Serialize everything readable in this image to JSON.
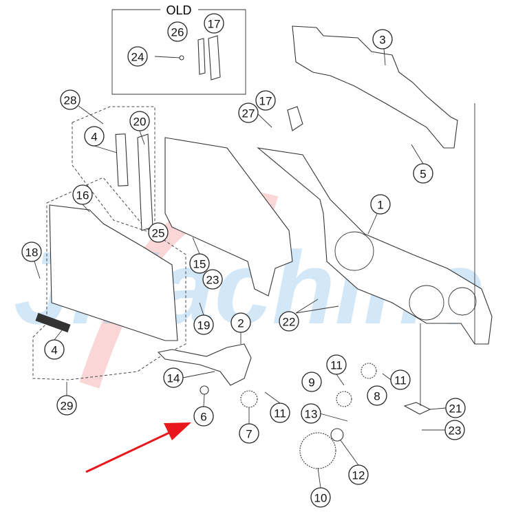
{
  "diagram": {
    "old_box_label": "OLD",
    "watermark": "JMachine",
    "callouts": [
      "26",
      "17",
      "24",
      "3",
      "28",
      "20",
      "4",
      "17",
      "27",
      "5",
      "16",
      "1",
      "25",
      "18",
      "15",
      "23",
      "22",
      "19",
      "2",
      "4",
      "14",
      "11",
      "11",
      "9",
      "8",
      "29",
      "11",
      "21",
      "6",
      "13",
      "7",
      "23",
      "12",
      "10"
    ],
    "arrow_color": "#e8171b",
    "highlighted_part": "6"
  }
}
